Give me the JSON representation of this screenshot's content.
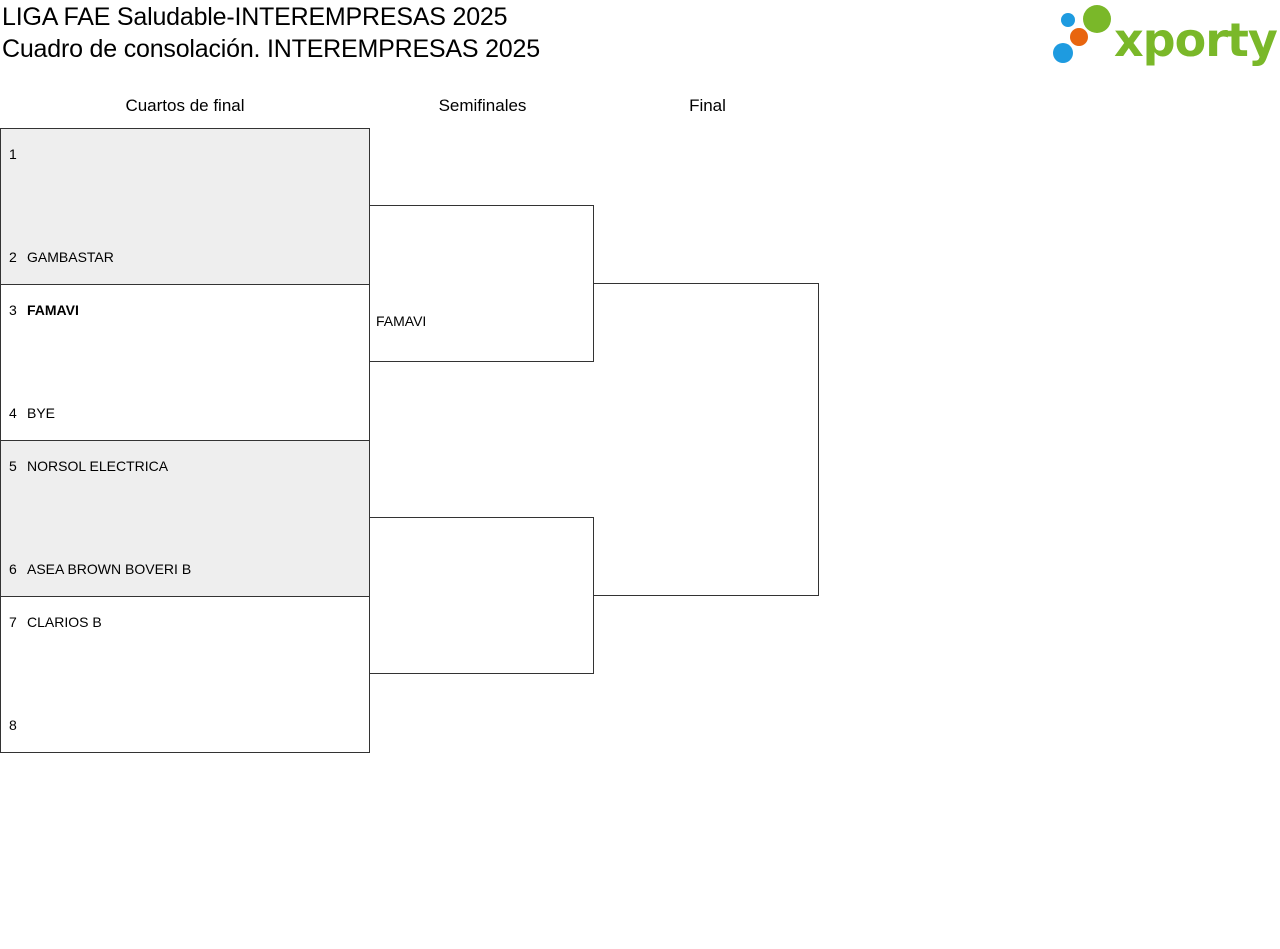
{
  "header": {
    "title_line1": "LIGA FAE Saludable-INTEREMPRESAS 2025",
    "title_line2": "Cuadro de consolación. INTEREMPRESAS 2025",
    "logo_text": "xporty",
    "logo_colors": {
      "text": "#7ab829",
      "blue": "#1e9be0",
      "orange": "#e8650f",
      "green": "#7ab829"
    }
  },
  "rounds": [
    "Cuartos de final",
    "Semifinales",
    "Final"
  ],
  "quarterfinals": [
    {
      "top": {
        "seed": "1",
        "team": ""
      },
      "bottom": {
        "seed": "2",
        "team": "GAMBASTAR"
      }
    },
    {
      "top": {
        "seed": "3",
        "team": "FAMAVI"
      },
      "bottom": {
        "seed": "4",
        "team": "BYE"
      }
    },
    {
      "top": {
        "seed": "5",
        "team": "NORSOL ELECTRICA"
      },
      "bottom": {
        "seed": "6",
        "team": "ASEA BROWN BOVERI B"
      }
    },
    {
      "top": {
        "seed": "7",
        "team": "CLARIOS B"
      },
      "bottom": {
        "seed": "8",
        "team": ""
      }
    }
  ],
  "semifinals": [
    {
      "team": "FAMAVI"
    },
    {
      "team": ""
    }
  ],
  "final": {
    "team": ""
  }
}
